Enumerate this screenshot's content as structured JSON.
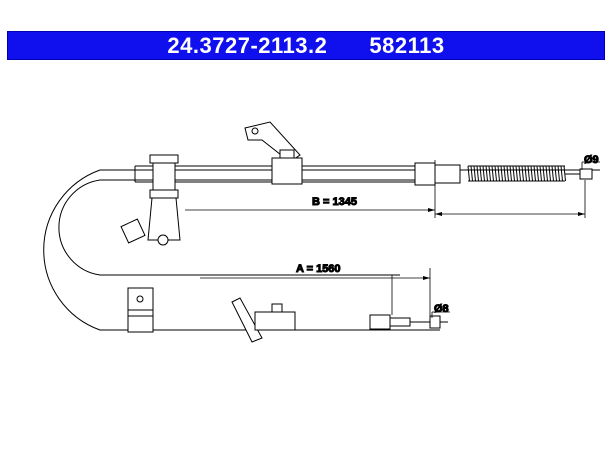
{
  "header": {
    "part_number": "24.3727-2113.2",
    "reference_number": "582113",
    "background_color": "#1010ee",
    "text_color": "#ffffff"
  },
  "dimensions": {
    "b_label": "B = 1345",
    "a_label": "A = 1560",
    "diameter_upper": "Ø9",
    "diameter_lower": "Ø8"
  },
  "drawing": {
    "line_color": "#000000"
  }
}
